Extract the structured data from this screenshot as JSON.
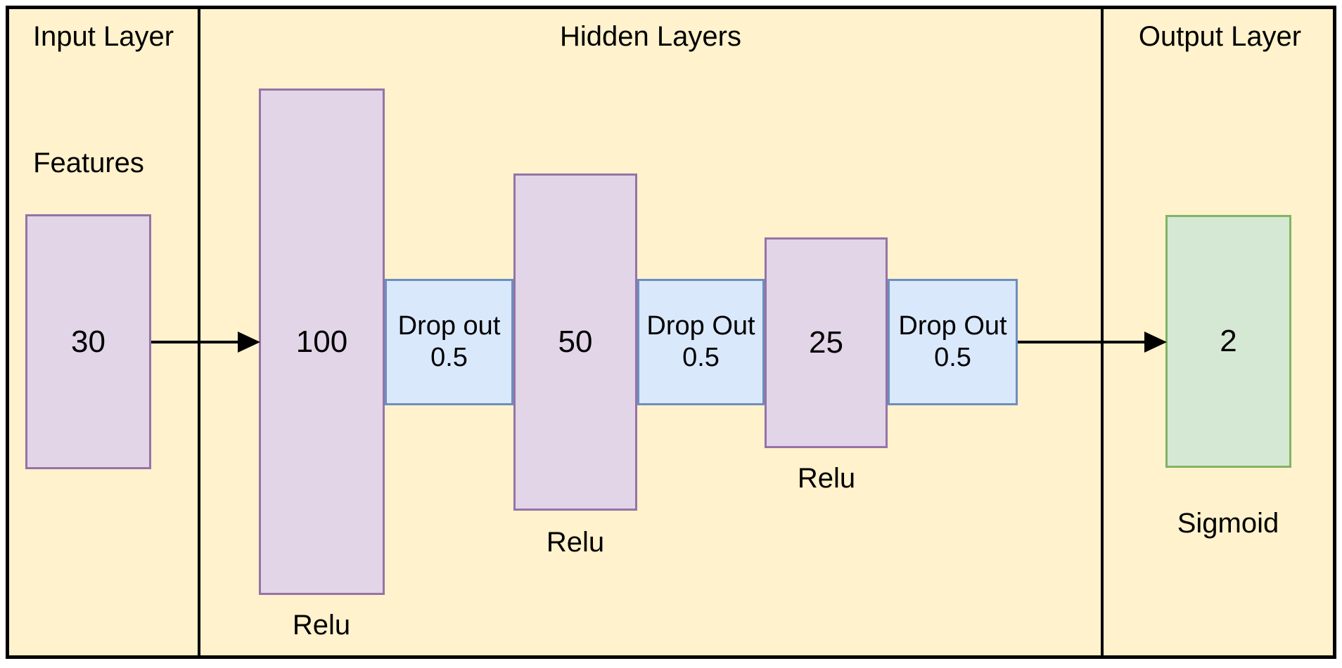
{
  "colors": {
    "background": "#FFF2CC",
    "frame_border": "#000000",
    "node_fill": "#E1D5E7",
    "node_border": "#9673A6",
    "dropout_fill": "#DAE8FC",
    "dropout_border": "#6C8EBF",
    "output_fill": "#D5E8D4",
    "output_border": "#82B366"
  },
  "sections": {
    "input": {
      "title": "Input Layer",
      "features_label": "Features",
      "node": {
        "value": "30"
      }
    },
    "hidden": {
      "title": "Hidden Layers",
      "nodes": [
        {
          "value": "100",
          "activation": "Relu"
        },
        {
          "value": "50",
          "activation": "Relu"
        },
        {
          "value": "25",
          "activation": "Relu"
        }
      ],
      "dropouts": [
        {
          "line1": "Drop out",
          "line2": "0.5"
        },
        {
          "line1": "Drop Out",
          "line2": "0.5"
        },
        {
          "line1": "Drop Out",
          "line2": "0.5"
        }
      ]
    },
    "output": {
      "title": "Output Layer",
      "node": {
        "value": "2",
        "activation": "Sigmoid"
      }
    }
  }
}
